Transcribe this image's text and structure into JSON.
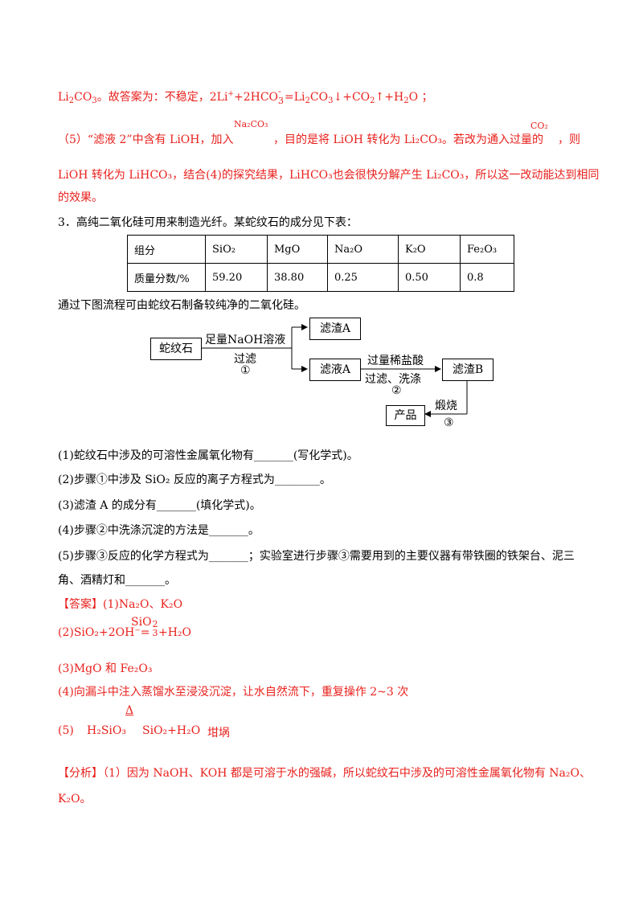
{
  "p4_tail": {
    "text1": "Li",
    "text1_sub": "2",
    "text2": "CO",
    "text2_sub": "3",
    "text3": "。故答案为：不稳定，2Li",
    "sup_plus": "+",
    "text4": "+2HCO",
    "hco_sup": "-",
    "hco_sub": "3",
    "text5": "=Li",
    "text5_sub": "2",
    "text6": "CO",
    "text6_sub": "3",
    "text7": "↓+CO",
    "text7_sub": "2",
    "text8": "↑+H",
    "text8_sub": "2",
    "text9": "O ；"
  },
  "p5": {
    "line1a": "（5）“滤液 2”中含有 LiOH，加入",
    "na2co3_formula": "Na₂CO₃",
    "line1b": "，目的是将 LiOH 转化为 Li₂CO₃。若改为通入过量的",
    "co2_formula": "CO₂",
    "line1c": "，则",
    "line2": "LiOH 转化为 LiHCO₃，结合(4)的探究结果，LiHCO₃也会很快分解产生 Li₂CO₃，所以这一改动能达到相同",
    "line3": "的效果。"
  },
  "q3": {
    "intro": "3．高纯二氧化硅可用来制造光纤。某蛇纹石的成分见下表：",
    "table": {
      "header": [
        "组分",
        "SiO₂",
        "MgO",
        "Na₂O",
        "K₂O",
        "Fe₂O₃"
      ],
      "row": [
        "质量分数/%",
        "59.20",
        "38.80",
        "0.25",
        "0.50",
        "0.8"
      ]
    },
    "flow_intro": "通过下图流程可由蛇纹石制备较纯净的二氧化硅。",
    "flow": {
      "start": "蛇纹石",
      "step1_top": "足量NaOH溶液",
      "step1_bottom": "过滤",
      "step1_num": "①",
      "residue_a": "滤渣A",
      "filtrate_a": "滤液A",
      "step2_top": "过量稀盐酸",
      "step2_bottom": "过滤、洗涤",
      "step2_num": "②",
      "residue_b": "滤渣B",
      "step3_label": "煅烧",
      "step3_num": "③",
      "product": "产品"
    },
    "questions": [
      "(1)蛇纹石中涉及的可溶性金属氧化物有_______(写化学式)。",
      "(2)步骤①中涉及 SiO₂ 反应的离子方程式为________。",
      "(3)滤渣 A 的成分有_______(填化学式)。",
      "(4)步骤②中洗涤沉淀的方法是_______。",
      "(5)步骤③反应的化学方程式为_______；实验室进行步骤③需要用到的主要仪器有带铁圈的铁架台、泥三",
      "角、酒精灯和_______。"
    ]
  },
  "answer": {
    "tag": "【答案】",
    "a1": "(1)Na₂O、K₂O",
    "a2_left": "(2)SiO₂+2OH⁻=",
    "a2_formula": "SiO",
    "a2_sup": "2",
    "a2_sub": "3",
    "a2_right": "+H₂O",
    "a3": "(3)MgO 和 Fe₂O₃",
    "a4": "(4)向漏斗中注入蒸馏水至浸没沉淀，让水自然流下，重复操作 2~3 次",
    "a5_num": "(5)",
    "a5_reactant": "H₂SiO₃",
    "a5_cond": "Δ",
    "a5_product": "SiO₂+H₂O",
    "a5_tool": "坩埚"
  },
  "analysis": {
    "tag": "【分析】",
    "line1": "（1）因为 NaOH、KOH 都是可溶于水的强碱，所以蛇纹石中涉及的可溶性金属氧化物有 Na₂O、",
    "line2": "K₂O。"
  },
  "colors": {
    "answer_red": "#e8211d",
    "text": "#000000"
  }
}
